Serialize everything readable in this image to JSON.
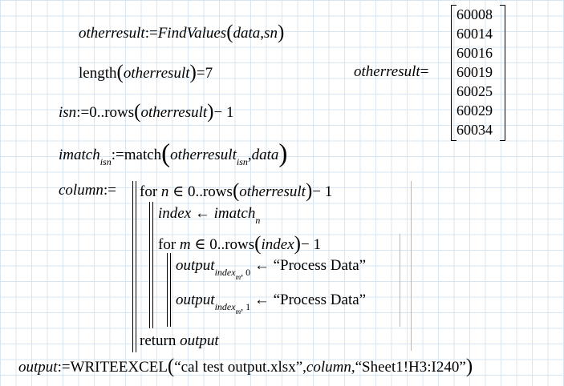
{
  "worksheet": {
    "line1": {
      "lhs": "otherresult",
      "assign": ":=",
      "func": "FindValues",
      "arg1": "data",
      "sep": ",",
      "arg2": "sn"
    },
    "line2": {
      "func": "length",
      "arg": "otherresult",
      "op": "=",
      "result": "7"
    },
    "matrix_eval": {
      "lhs": "otherresult",
      "op": "=",
      "values": [
        "60008",
        "60014",
        "60016",
        "60019",
        "60025",
        "60029",
        "60034"
      ]
    },
    "line3": {
      "lhs": "isn",
      "assign": ":=",
      "start": "0",
      "range": "..",
      "func": "rows",
      "arg": "otherresult",
      "tail": "− 1"
    },
    "line4": {
      "lhs": "imatch",
      "lhs_sub": "isn",
      "assign": ":=",
      "func": "match",
      "arg1": "otherresult",
      "arg1_sub": "isn",
      "sep": ",",
      "arg2": "data"
    },
    "program": {
      "lhs": "column",
      "assign": ":=",
      "for1_kw": "for",
      "for1_var": "n",
      "in": "∈",
      "for1_start": "0",
      "range": "..",
      "rows": "rows",
      "for1_arg": "otherresult",
      "for1_tail": "− 1",
      "index_var": "index",
      "larrow": "←",
      "imatch": "imatch",
      "imatch_sub": "n",
      "for2_kw": "for",
      "for2_var": "m",
      "for2_start": "0",
      "for2_arg": "index",
      "for2_tail": "− 1",
      "out1": "output",
      "out1_sub_a": "index",
      "out1_sub_b": "m",
      "out1_sub_c": ", 0",
      "out1_val": "“Process Data”",
      "out2": "output",
      "out2_sub_a": "index",
      "out2_sub_b": "m",
      "out2_sub_c": ", 1",
      "out2_val": "“Process Data”",
      "return_kw": "return",
      "return_var": "output"
    },
    "line_last": {
      "lhs": "output",
      "assign": ":=",
      "func": "WRITEEXCEL",
      "arg1": "“cal test output.xlsx”",
      "sep": ",",
      "arg2": "column",
      "arg3": "“Sheet1!H3:I240”"
    }
  }
}
